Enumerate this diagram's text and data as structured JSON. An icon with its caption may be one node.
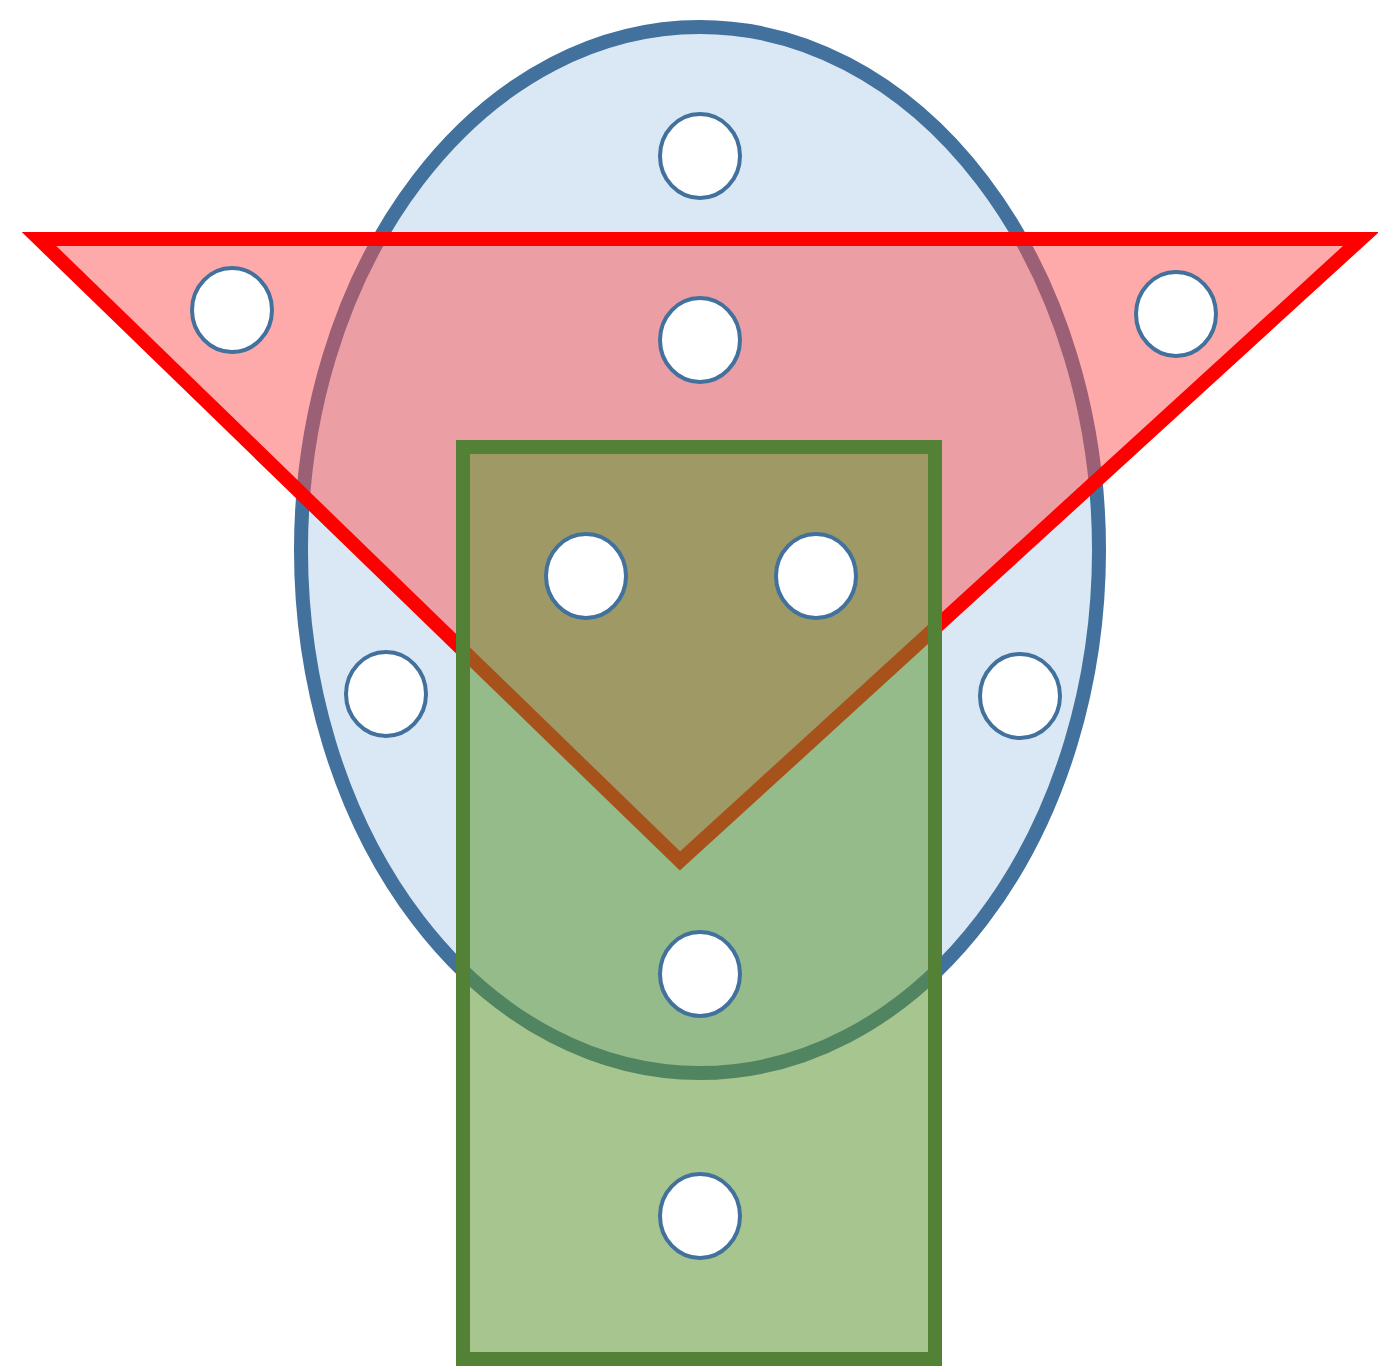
{
  "diagram": {
    "nodes": [
      {
        "text": [],
        "shape": "ellipse"
      },
      {
        "text": [],
        "shape": "triangle"
      },
      {
        "text": [],
        "shape": "box"
      },
      {
        "text": [],
        "shape": "circle",
        "in": 0
      },
      {
        "text": [],
        "shape": "circle",
        "in": 1
      },
      {
        "text": [],
        "shape": "circle"
      },
      {
        "text": [],
        "shape": "circle",
        "in": 1
      },
      {
        "text": [],
        "shape": "circle"
      },
      {
        "text": [],
        "shape": "circle"
      },
      {
        "text": [],
        "shape": "circle",
        "in": 0
      },
      {
        "text": [],
        "shape": "circle",
        "in": 0
      },
      {
        "text": [],
        "shape": "circle"
      },
      {
        "text": [],
        "shape": "circle",
        "in": 2
      }
    ]
  }
}
